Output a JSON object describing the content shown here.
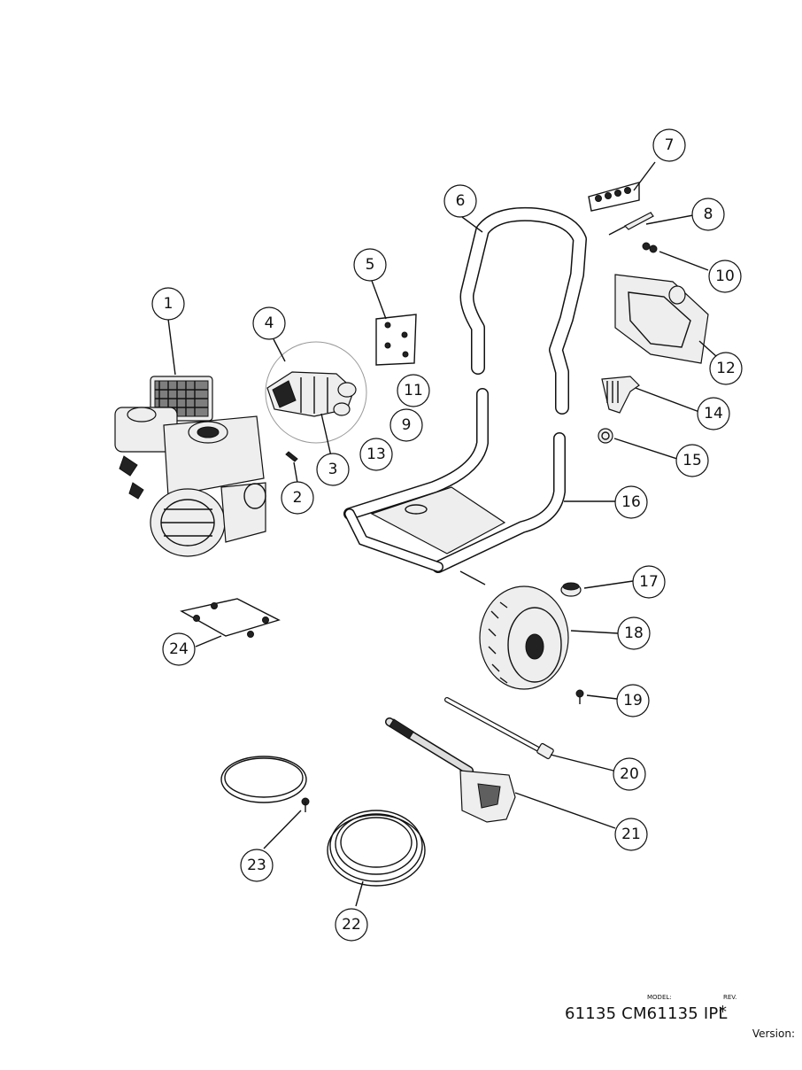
{
  "callouts": [
    "1",
    "2",
    "3",
    "4",
    "5",
    "6",
    "7",
    "8",
    "9",
    "10",
    "11",
    "12",
    "13",
    "14",
    "15",
    "16",
    "17",
    "18",
    "19",
    "20",
    "21",
    "22",
    "23",
    "24"
  ],
  "title_block": {
    "model_label": "MODEL:",
    "rev_label": "REV.",
    "model_value": "61135 CM61135 IPL",
    "rev_value": "*",
    "version_label": "Version:"
  }
}
